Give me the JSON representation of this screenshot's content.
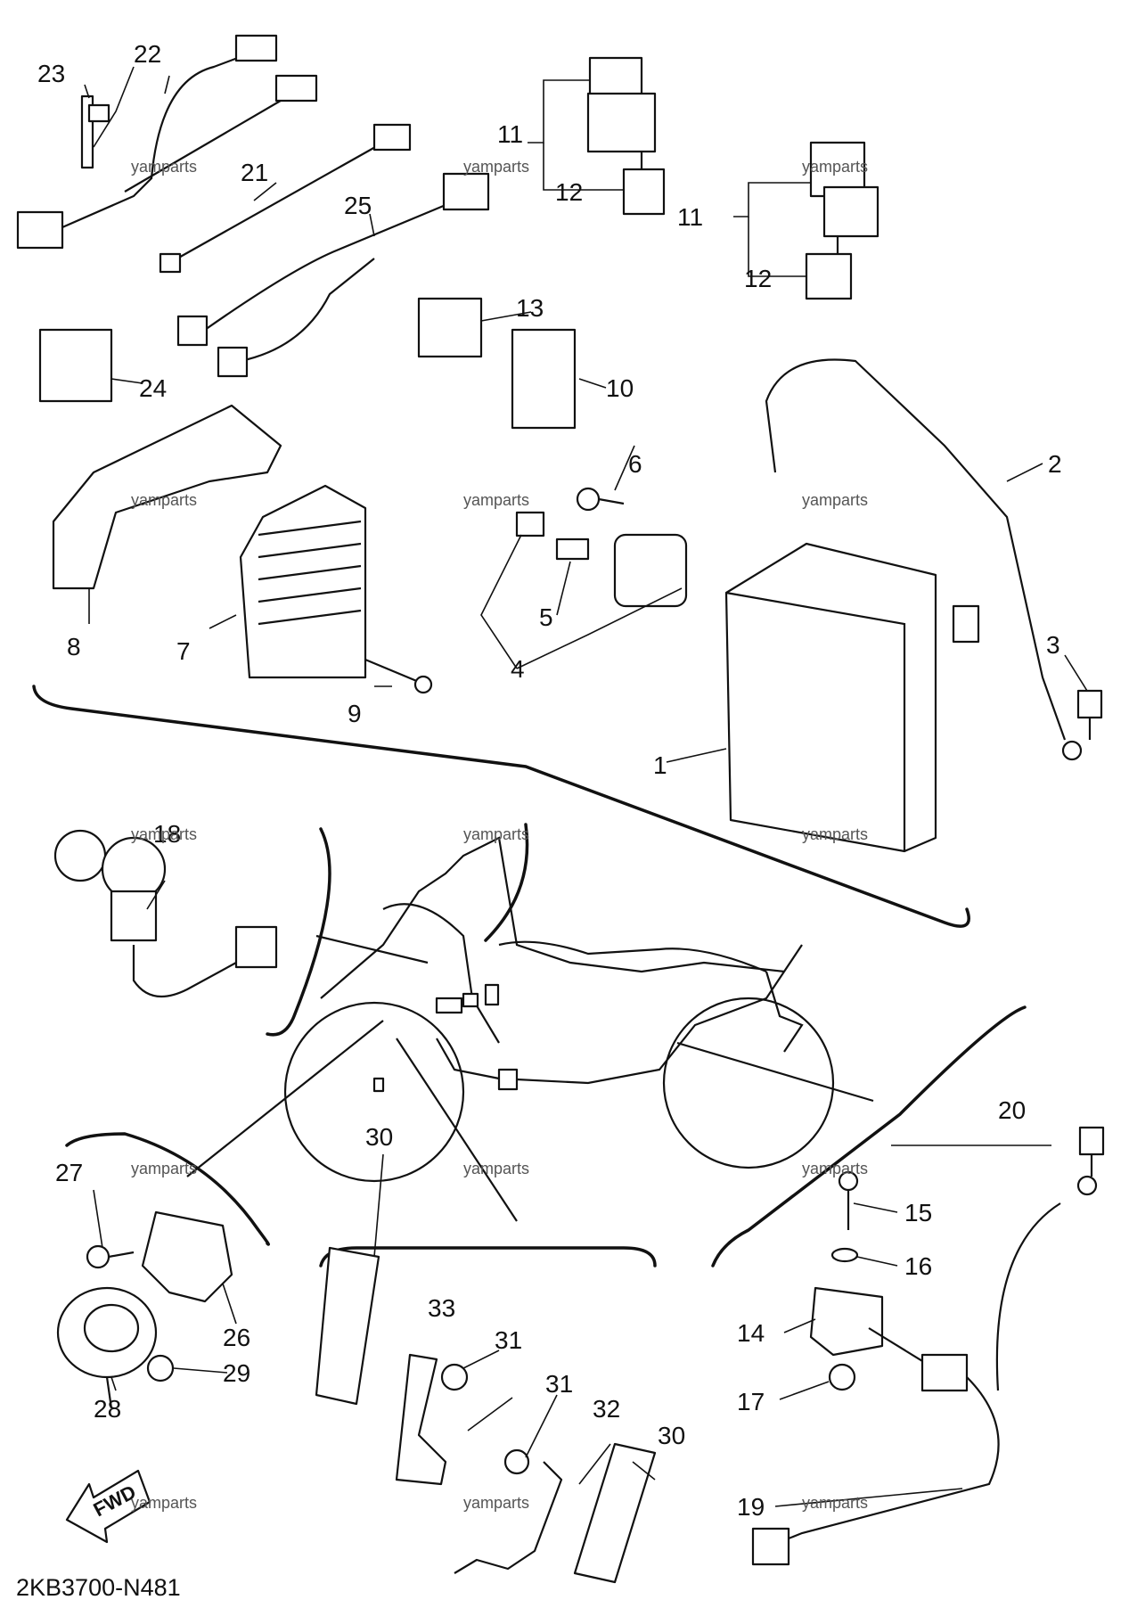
{
  "diagram_code": "2KB3700-N481",
  "watermark": "yamparts",
  "fwd_label": "FWD",
  "callouts": {
    "c1": "1",
    "c2": "2",
    "c3": "3",
    "c4": "4",
    "c5": "5",
    "c6": "6",
    "c7": "7",
    "c8": "8",
    "c9": "9",
    "c10": "10",
    "c11a": "11",
    "c11b": "11",
    "c12a": "12",
    "c12b": "12",
    "c13": "13",
    "c14": "14",
    "c15": "15",
    "c16": "16",
    "c17": "17",
    "c18": "18",
    "c19": "19",
    "c20": "20",
    "c21": "21",
    "c22": "22",
    "c23": "23",
    "c24": "24",
    "c25": "25",
    "c26": "26",
    "c27": "27",
    "c28": "28",
    "c29": "29",
    "c30a": "30",
    "c30b": "30",
    "c31a": "31",
    "c31b": "31",
    "c32": "32",
    "c33": "33"
  }
}
